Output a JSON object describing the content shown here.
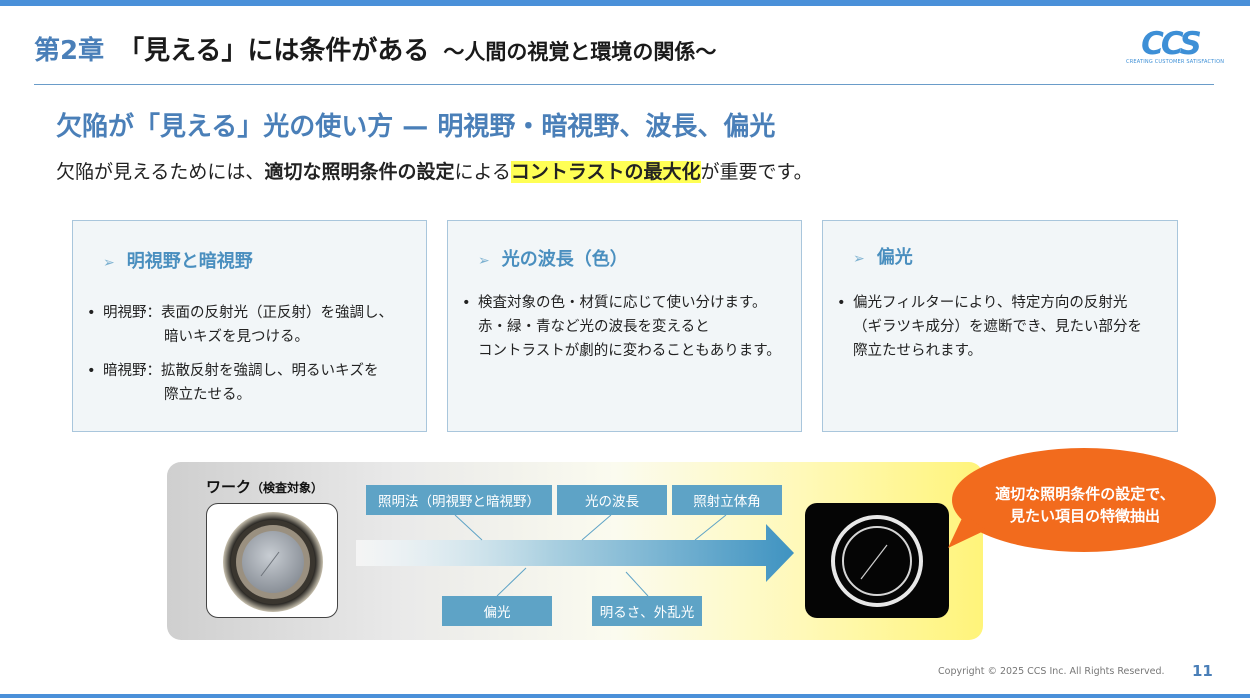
{
  "header": {
    "chapter_number": "第2章",
    "chapter_title": "「見える」には条件がある",
    "chapter_subtitle": "～人間の視覚と環境の関係～",
    "logo_text": "CCS",
    "logo_tagline": "CREATING CUSTOMER SATISFACTION"
  },
  "section": {
    "title": "欠陥が「見える」光の使い方 — 明視野・暗視野、波長、偏光",
    "lead_pre": "欠陥が見えるためには、",
    "lead_bold": "適切な照明条件の設定",
    "lead_mid": "による",
    "lead_highlight": "コントラストの最大化",
    "lead_post": "が重要です。"
  },
  "cards": [
    {
      "title": "明視野と暗視野",
      "items": [
        {
          "line1": "明視野：表面の反射光（正反射）を強調し、",
          "line2": "暗いキズを見つける。"
        },
        {
          "line1": "暗視野：拡散反射を強調し、明るいキズを",
          "line2": "際立たせる。"
        }
      ]
    },
    {
      "title": "光の波長（色）",
      "items": [
        {
          "line1": "検査対象の色・材質に応じて使い分けます。",
          "line2": "赤・緑・青など光の波長を変えると",
          "line3": "コントラストが劇的に変わることもあります。"
        }
      ]
    },
    {
      "title": "偏光",
      "items": [
        {
          "line1": "偏光フィルターにより、特定方向の反射光",
          "line2": "（ギラツキ成分）を遮断でき、見たい部分を",
          "line3": "際立たせられます。"
        }
      ]
    }
  ],
  "diagram": {
    "work_label": "ワーク",
    "work_label_sub": "（検査対象）",
    "factors_top": [
      "照明法（明視野と暗視野）",
      "光の波長",
      "照射立体角"
    ],
    "factors_bottom": [
      "偏光",
      "明るさ、外乱光"
    ],
    "callout_line1": "適切な照明条件の設定で、",
    "callout_line2": "見たい項目の特徴抽出",
    "colors": {
      "factor": "#5ea3c6",
      "callout": "#f26b1d",
      "arrow": "#4a9cc4"
    }
  },
  "footer": {
    "copyright": "Copyright © 2025 CCS Inc. All Rights Reserved.",
    "page_number": "11"
  }
}
